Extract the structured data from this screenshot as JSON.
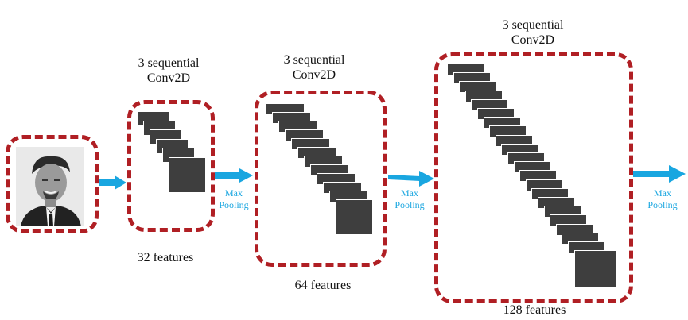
{
  "stages": [
    {
      "title_line1": "3 sequential",
      "title_line2": "Conv2D",
      "features": "32 features",
      "sheet_count": 6
    },
    {
      "title_line1": "3 sequential",
      "title_line2": "Conv2D",
      "features": "64 features",
      "sheet_count": 12
    },
    {
      "title_line1": "3 sequential",
      "title_line2": "Conv2D",
      "features": "128 features",
      "sheet_count": 22
    }
  ],
  "pooling": [
    {
      "line1": "Max",
      "line2": "Pooling"
    },
    {
      "line1": "Max",
      "line2": "Pooling"
    },
    {
      "line1": "Max",
      "line2": "Pooling"
    }
  ],
  "colors": {
    "box_border": "#b01f24",
    "arrow": "#19a6e0",
    "sheet": "#3e3e3e"
  },
  "input": {
    "icon": "portrait-photo-icon"
  }
}
